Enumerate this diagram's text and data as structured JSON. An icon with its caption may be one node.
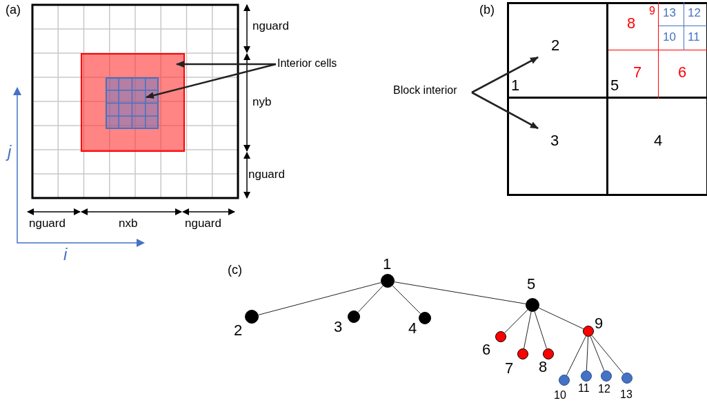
{
  "diagram": {
    "nodes": [
      {
        "text": [
          "Interior cells"
        ]
      },
      {
        "text": [],
        "shape": "box"
      },
      {
        "text": [],
        "shape": "box",
        "in": 1
      },
      {
        "text": [
          "Block interior"
        ]
      },
      {
        "text": [],
        "shape": "box"
      },
      {
        "text": [
          "2"
        ],
        "in": 4
      },
      {
        "text": [],
        "shape": "box",
        "in": 4
      },
      {
        "text": [
          "8"
        ],
        "in": 6
      },
      {
        "text": [],
        "shape": "box",
        "in": 6
      },
      {
        "text": [
          "13"
        ],
        "in": 8
      },
      {
        "text": [
          "12"
        ],
        "in": 8
      },
      {
        "text": [
          "10"
        ],
        "in": 8
      },
      {
        "text": [
          "11"
        ],
        "in": 8
      },
      {
        "text": [
          "7"
        ],
        "in": 6
      },
      {
        "text": [
          "6"
        ],
        "in": 6
      },
      {
        "text": [
          "3"
        ],
        "in": 4
      },
      {
        "text": [
          "4"
        ],
        "in": 4
      },
      {
        "text": [
          "1"
        ]
      },
      {
        "text": [
          "2"
        ]
      },
      {
        "text": [
          "3"
        ]
      },
      {
        "text": [
          "4"
        ]
      },
      {
        "text": [
          "5"
        ]
      },
      {
        "text": [
          "6"
        ]
      },
      {
        "text": [
          "7"
        ]
      },
      {
        "text": [
          "8"
        ]
      },
      {
        "text": [
          "9"
        ]
      },
      {
        "text": [
          "10"
        ]
      },
      {
        "text": [
          "11"
        ]
      },
      {
        "text": [
          "12"
        ]
      },
      {
        "text": [
          "13"
        ]
      }
    ],
    "edges": [
      {
        "from": 0,
        "to": 1,
        "arrow": "to",
        "style": "thick"
      },
      {
        "from": 0,
        "to": 2,
        "arrow": "to",
        "style": "thick"
      },
      {
        "from": 3,
        "to": 5,
        "arrow": "to",
        "style": "thick"
      },
      {
        "from": 3,
        "to": 15,
        "arrow": "to",
        "style": "thick"
      },
      {
        "from": 17,
        "to": 18,
        "arrow": "none"
      },
      {
        "from": 17,
        "to": 19,
        "arrow": "none"
      },
      {
        "from": 17,
        "to": 20,
        "arrow": "none"
      },
      {
        "from": 17,
        "to": 21,
        "arrow": "none"
      },
      {
        "from": 21,
        "to": 22,
        "arrow": "none"
      },
      {
        "from": 21,
        "to": 23,
        "arrow": "none"
      },
      {
        "from": 21,
        "to": 24,
        "arrow": "none"
      },
      {
        "from": 21,
        "to": 25,
        "arrow": "none"
      },
      {
        "from": 25,
        "to": 26,
        "arrow": "none"
      },
      {
        "from": 25,
        "to": 27,
        "arrow": "none"
      },
      {
        "from": 25,
        "to": 28,
        "arrow": "none"
      },
      {
        "from": 25,
        "to": 29,
        "arrow": "none"
      }
    ],
    "labels": [
      "(a)",
      "nguard",
      "nyb",
      "nguard",
      "j",
      "nguard",
      "nxb",
      "nguard",
      "i",
      "(b)",
      "9",
      "1",
      "5",
      "(c)"
    ]
  }
}
